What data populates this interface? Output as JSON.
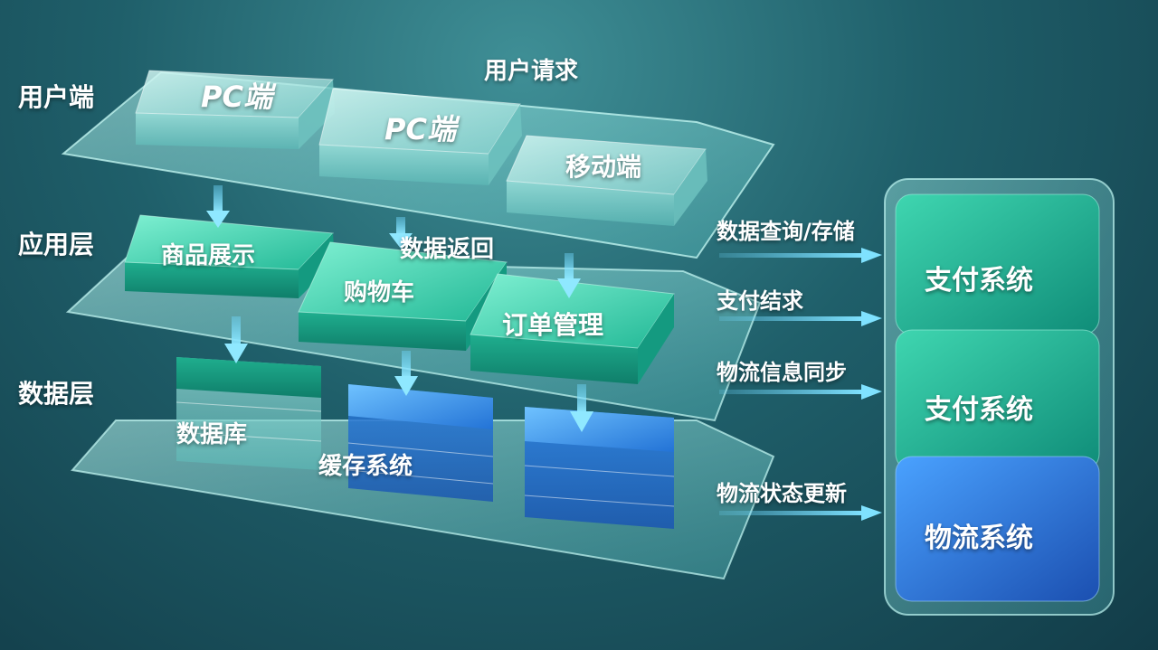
{
  "layers": {
    "user": "用户端",
    "app": "应用层",
    "data": "数据层"
  },
  "flow": {
    "request": "用户请求",
    "return": "数据返回"
  },
  "user_blocks": [
    "PC端",
    "PC端",
    "移动端"
  ],
  "app_blocks": [
    "商品展示",
    "购物车",
    "订单管理"
  ],
  "data_blocks": [
    "数据库",
    "缓存系统"
  ],
  "connections": [
    "数据查询/存储",
    "支付结求",
    "物流信息同步",
    "物流状态更新"
  ],
  "systems": [
    "支付系统",
    "支付系统",
    "物流系统"
  ],
  "colors": {
    "glass_plate": "#8fe6e0",
    "teal_block": "#2fd0b0",
    "blue_block": "#2a86e0",
    "arrow": "#6fd8ff"
  }
}
